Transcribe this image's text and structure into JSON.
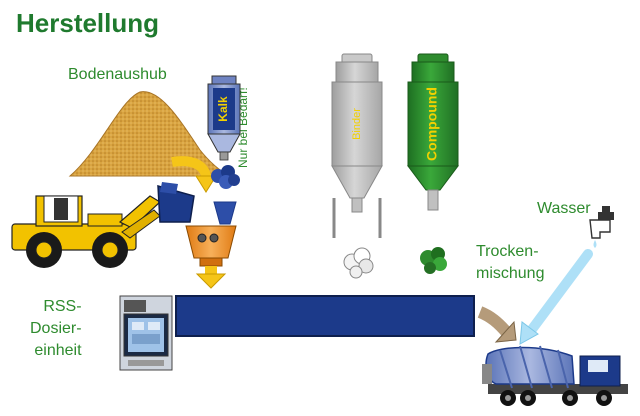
{
  "title": "Herstellung",
  "labels": {
    "soil": "Bodenaushub",
    "lime": "Kalk",
    "lime_note": "Nur bei Bedarf!",
    "binder": "Binder",
    "compound": "Compound",
    "water": "Wasser",
    "dry_mix_line1": "Trocken-",
    "dry_mix_line2": "mischung",
    "rss_line1": "RSS-",
    "rss_line2": "Dosier-",
    "rss_line3": "einheit"
  },
  "colors": {
    "title_green": "#1f7a2e",
    "label_green": "#2e8b2e",
    "sand": "#d9a441",
    "conveyor_blue": "#1c3a8a",
    "silo_grey": "#bdbdbd",
    "silo_green": "#2e8b2e",
    "loader_yellow": "#f2c200",
    "mixer_orange": "#f0942c"
  },
  "icons": [
    "wheel-loader",
    "soil-pile",
    "lime-silo",
    "binder-silo",
    "compound-silo",
    "water-tap",
    "control-panel",
    "mixer-truck",
    "crusher"
  ]
}
